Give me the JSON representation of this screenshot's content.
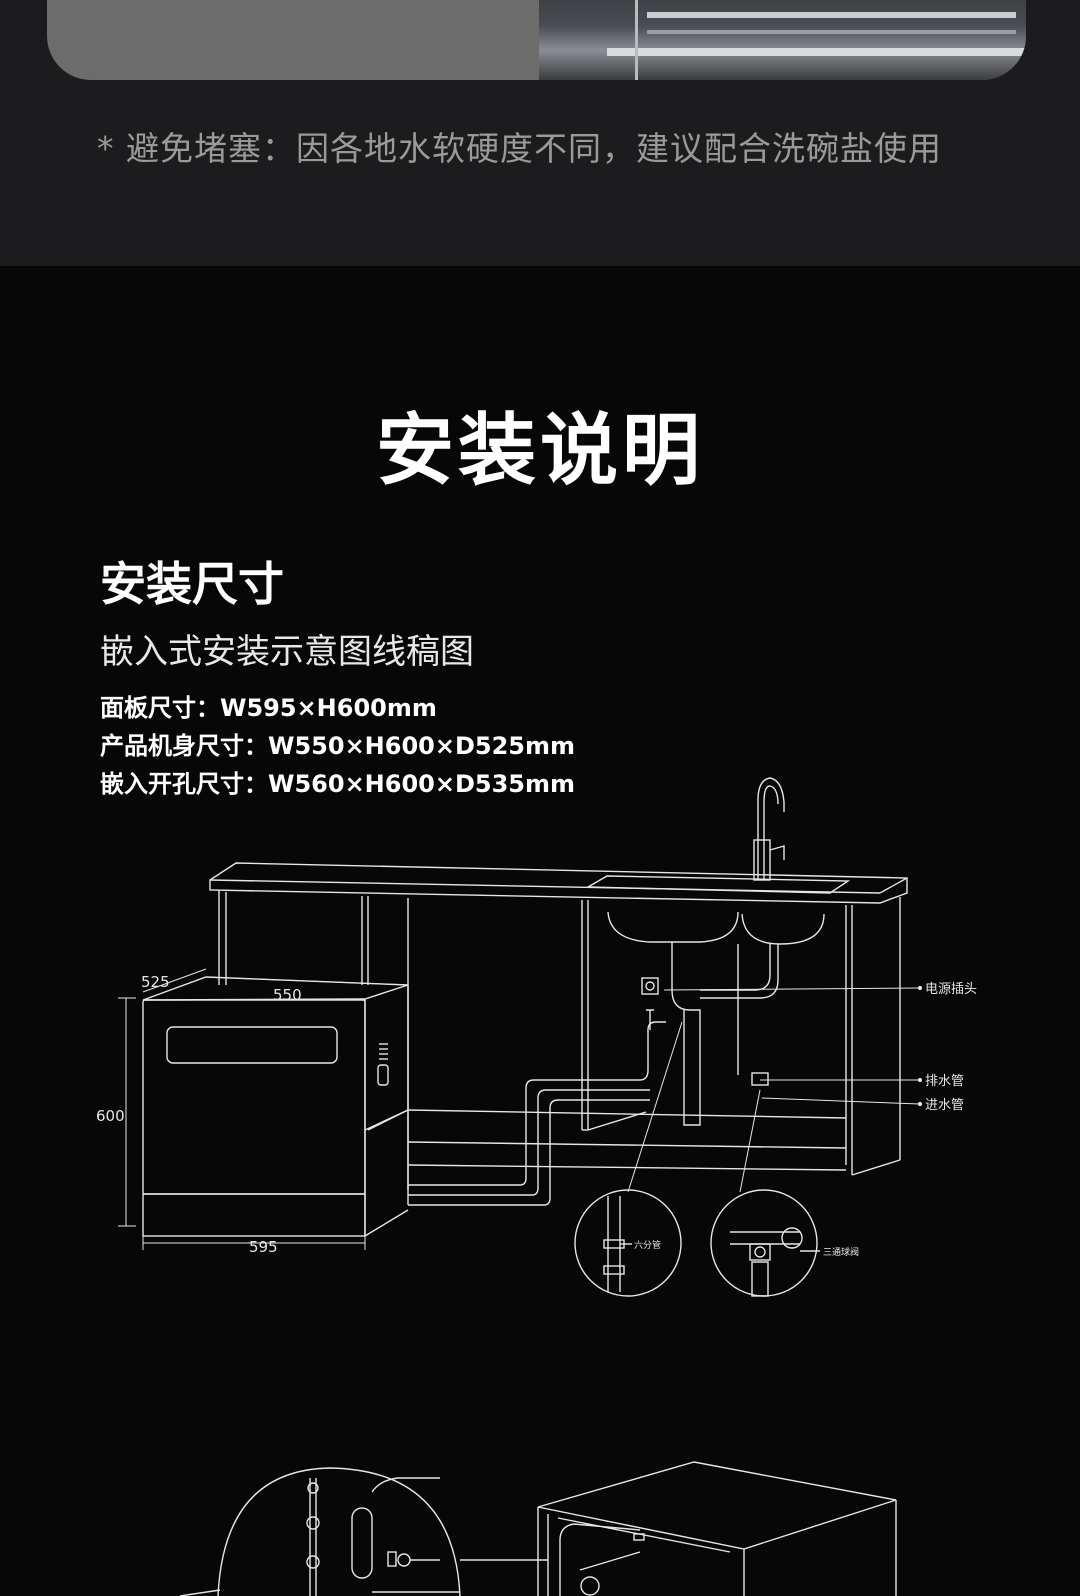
{
  "top_note": "* 避免堵塞：因各地水软硬度不同，建议配合洗碗盐使用",
  "main_title": "安装说明",
  "section": {
    "title": "安装尺寸",
    "subtitle": "嵌入式安装示意图线稿图",
    "specs": [
      "面板尺寸：W595×H600mm",
      "产品机身尺寸：W550×H600×D525mm",
      "嵌入开孔尺寸：W560×H600×D535mm"
    ]
  },
  "diagram": {
    "dimensions": {
      "depth": "525",
      "body_width": "550",
      "height": "600",
      "panel_width": "595"
    },
    "callouts": {
      "power_plug": "电源插头",
      "drain_pipe": "排水管",
      "inlet_pipe": "进水管",
      "pipe_six": "六分管",
      "three_way_valve": "三通球阀"
    }
  },
  "colors": {
    "background": "#070707",
    "top_section": "#1c1c1e",
    "note_text": "#9a9a9a",
    "line_art": "#e6e6e6"
  }
}
